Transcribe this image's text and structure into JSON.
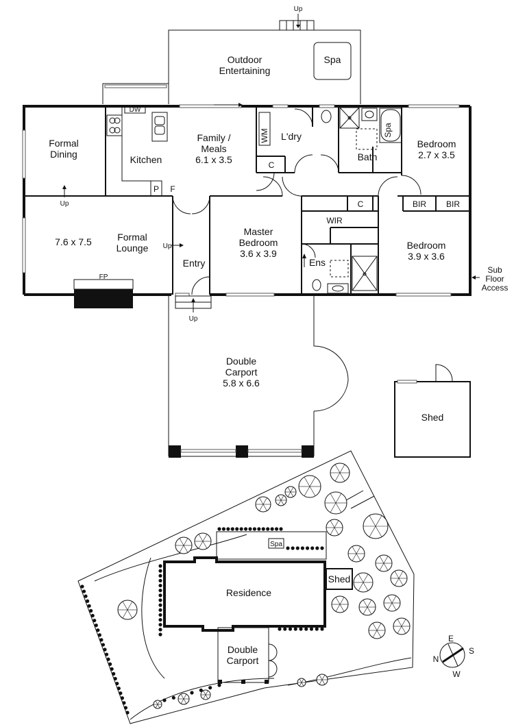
{
  "rooms": {
    "outdoor_entertaining": "Outdoor\nEntertaining",
    "spa": "Spa",
    "formal_dining": "Formal\nDining",
    "kitchen": "Kitchen",
    "dw": "DW",
    "pantry": "P",
    "fridge": "F",
    "family_meals": "Family /\nMeals",
    "family_meals_dim": "6.1 x 3.5",
    "wm": "WM",
    "laundry": "L'dry",
    "laundry_cupboard": "C",
    "bath": "Bath",
    "bath_spa": "Spa",
    "bedroom2": "Bedroom",
    "bedroom2_dim": "2.7 x 3.5",
    "bir1": "BIR",
    "bir2": "BIR",
    "bedroom3": "Bedroom",
    "bedroom3_dim": "3.9 x 3.6",
    "formal_lounge": "Formal\nLounge",
    "formal_lounge_dim": "7.6 x 7.5",
    "fp": "FP",
    "entry": "Entry",
    "master_bedroom": "Master\nBedroom",
    "master_bedroom_dim": "3.6 x 3.9",
    "wir": "WIR",
    "wir_cupboard": "C",
    "ensuite": "Ens",
    "double_carport": "Double\nCarport",
    "double_carport_dim": "5.8 x 6.6",
    "shed": "Shed",
    "sub_floor_access": "Sub\nFloor\nAccess"
  },
  "markers": {
    "up_outdoor": "Up",
    "up_dining": "Up",
    "up_lounge": "Up",
    "up_entry": "Up"
  },
  "site_plan": {
    "spa": "Spa",
    "residence": "Residence",
    "shed": "Shed",
    "double_carport": "Double\nCarport"
  },
  "compass": {
    "n": "N",
    "e": "E",
    "s": "S",
    "w": "W"
  },
  "colors": {
    "wall": "#111111",
    "fireplace_hearth": "#111111",
    "background": "#ffffff"
  }
}
